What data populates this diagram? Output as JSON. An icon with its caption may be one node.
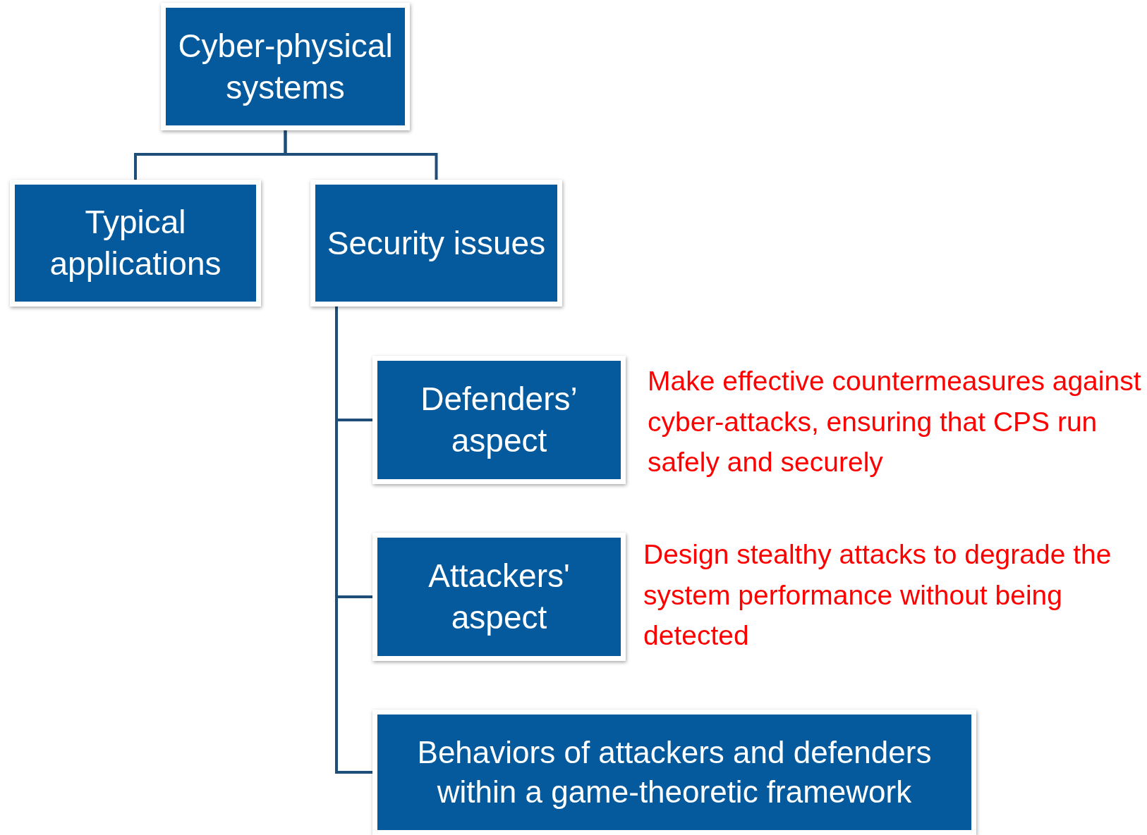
{
  "diagram": {
    "nodes": [
      {
        "text": [
          "Cyber-physical systems"
        ]
      },
      {
        "text": [
          "Typical applications"
        ]
      },
      {
        "text": [
          "Security issues"
        ]
      },
      {
        "text": [
          "Defenders’ aspect"
        ],
        "beside": [
          "Make effective countermeasures against cyber-attacks, ensuring that CPS run safely and securely"
        ]
      },
      {
        "text": [
          "Attackers' aspect"
        ],
        "beside": [
          "Design stealthy attacks to degrade the system performance without being detected"
        ]
      },
      {
        "text": [
          "Behaviors of attackers and defenders within a game-theoretic framework"
        ]
      }
    ],
    "edges": [
      {
        "from": 0,
        "to": 1,
        "arrow": "none"
      },
      {
        "from": 0,
        "to": 2,
        "arrow": "none"
      },
      {
        "from": 2,
        "to": 3,
        "arrow": "none"
      },
      {
        "from": 2,
        "to": 4,
        "arrow": "none"
      },
      {
        "from": 2,
        "to": 5,
        "arrow": "none"
      }
    ]
  }
}
